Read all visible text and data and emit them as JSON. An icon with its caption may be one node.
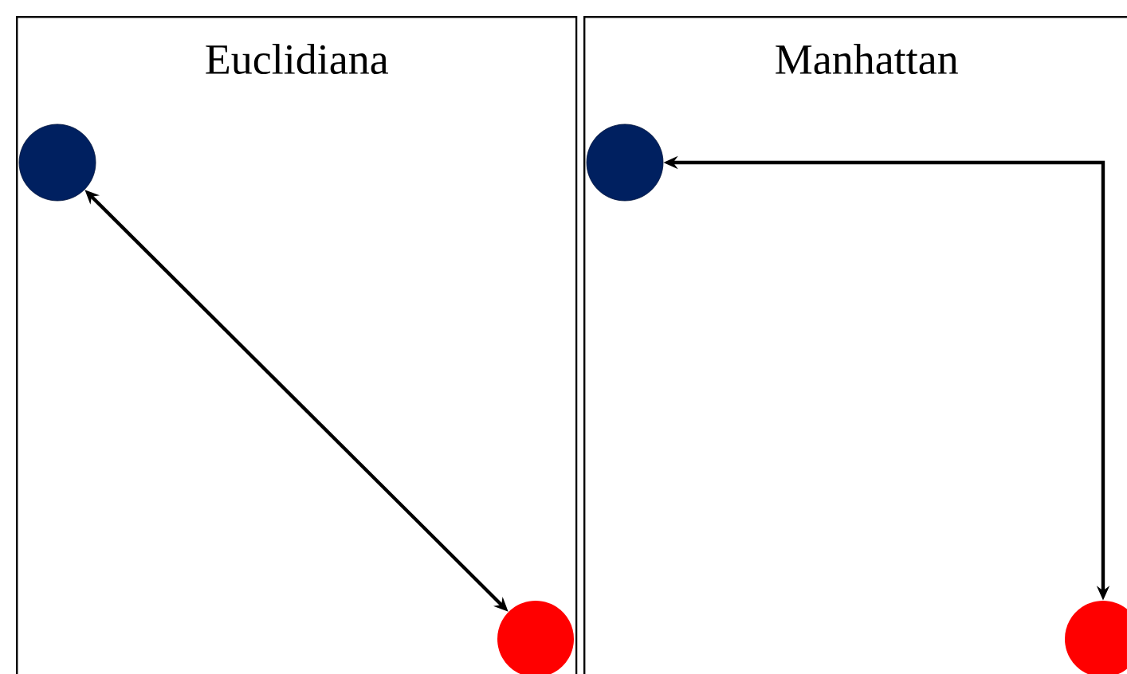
{
  "diagram": {
    "nodes": [
      {
        "text": [
          "Euclidiana"
        ]
      },
      {
        "text": [
          "Manhattan"
        ]
      },
      {
        "text": [],
        "shape": "circle",
        "in": 0
      },
      {
        "text": [],
        "shape": "circle",
        "in": 0
      },
      {
        "text": [],
        "shape": "circle",
        "in": 1
      },
      {
        "text": [],
        "shape": "circle",
        "in": 1
      }
    ],
    "edges": [
      {
        "from": 2,
        "to": 3,
        "arrow": "both"
      },
      {
        "from": 4,
        "to": 5,
        "arrow": "both"
      }
    ]
  }
}
